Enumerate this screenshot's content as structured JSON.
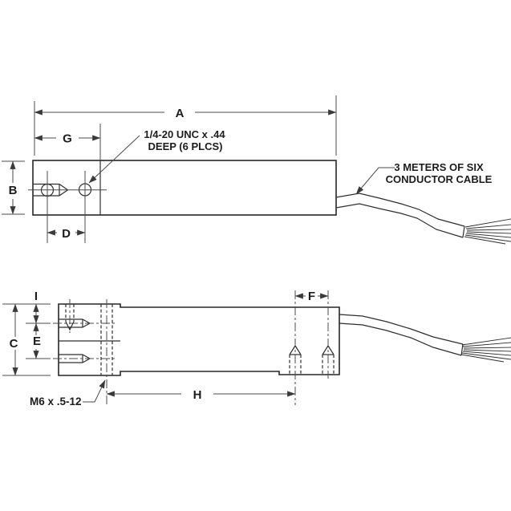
{
  "drawing": {
    "background": "#ffffff",
    "line_color": "#2b2b2b",
    "dim_labels": {
      "a": "A",
      "b": "B",
      "c": "C",
      "d": "D",
      "e": "E",
      "f": "F",
      "g": "G",
      "h": "H",
      "i": "I"
    },
    "callouts": {
      "tap_line1": "1/4-20 UNC x .44",
      "tap_line2": "DEEP (6 PLCS)",
      "cable_line1": "3 METERS OF SIX",
      "cable_line2": "CONDUCTOR CABLE",
      "thread_note": "M6 x .5-12"
    }
  }
}
